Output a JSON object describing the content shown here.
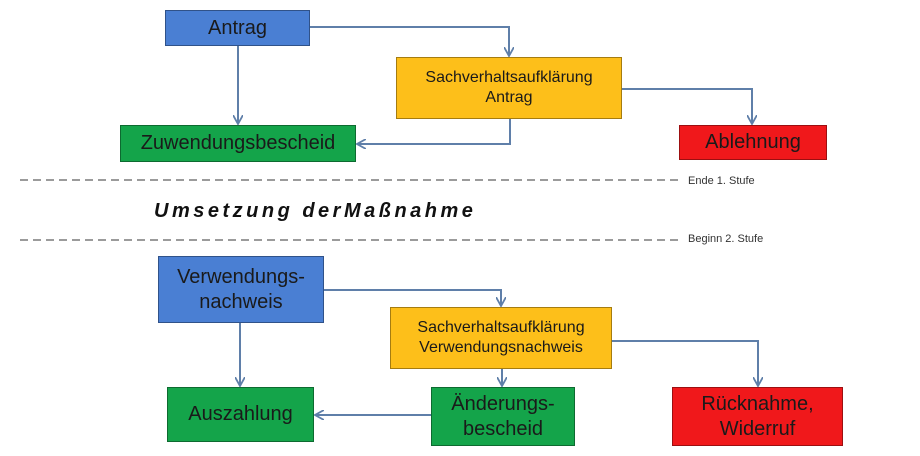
{
  "colors": {
    "start": "#4a7fd3",
    "review": "#fdbf1a",
    "positive": "#14a44a",
    "negative": "#f0181b",
    "connector": "#5f7fa9",
    "divider": "#7a7a7a"
  },
  "stage1": {
    "antrag": "Antrag",
    "sachverhalt": "Sachverhaltsaufklärung\nAntrag",
    "zuwendungsbescheid": "Zuwendungsbescheid",
    "ablehnung": "Ablehnung"
  },
  "divider1_label": "Ende 1. Stufe",
  "heading": "Umsetzung derMaßnahme",
  "divider2_label": "Beginn 2. Stufe",
  "stage2": {
    "verwendungsnachweis": "Verwendungs-\nnachweis",
    "sachverhalt": "Sachverhaltsaufklärung\nVerwendungsnachweis",
    "auszahlung": "Auszahlung",
    "aenderungsbescheid": "Änderungs-\nbescheid",
    "ruecknahme": "Rücknahme,\nWiderruf"
  }
}
